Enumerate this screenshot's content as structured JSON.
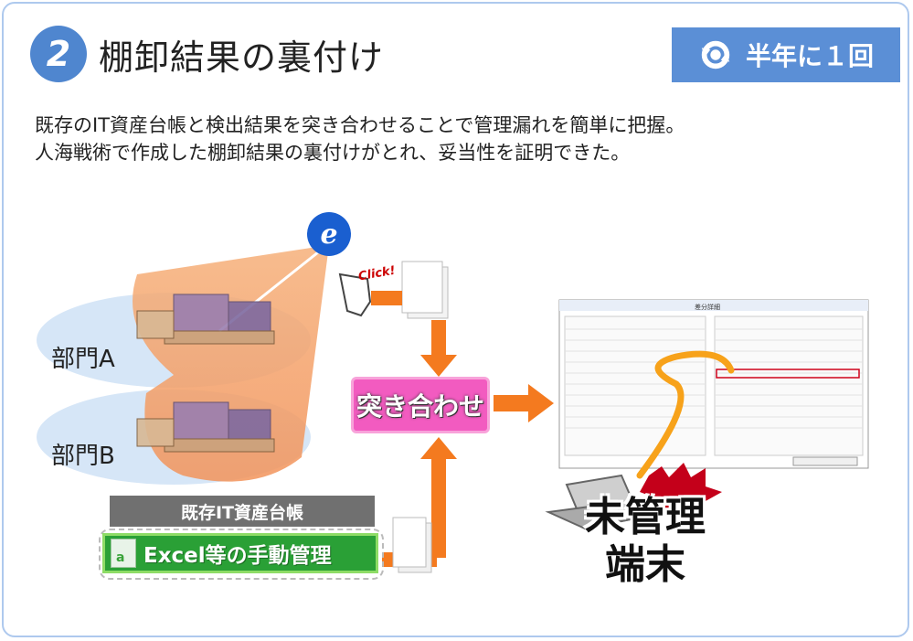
{
  "header": {
    "number": "2",
    "title": "棚卸結果の裏付け",
    "frequency_label": "半年に１回",
    "frequency_icon": "cycle-icon"
  },
  "description": {
    "line1": "既存のIT資産台帳と検出結果を突き合わせることで管理漏れを簡単に把握。",
    "line2": "人海戦術で作成した棚卸結果の裏付けがとれ、妥当性を証明できた。"
  },
  "diagram": {
    "department_a": "部門A",
    "department_b": "部門B",
    "click_label": "Click!",
    "match_label": "突き合わせ",
    "ledger_header": "既存IT資産台帳",
    "ledger_body": "Excel等の手動管理",
    "unmanaged_line1": "未管理",
    "unmanaged_line2": "端末",
    "window_title": "差分詳細"
  },
  "colors": {
    "accent_blue": "#4f86cf",
    "frequency_bg": "#5b8fd6",
    "orange": "#f47a1f",
    "pink": "#f25bc0",
    "green": "#2aa036"
  }
}
